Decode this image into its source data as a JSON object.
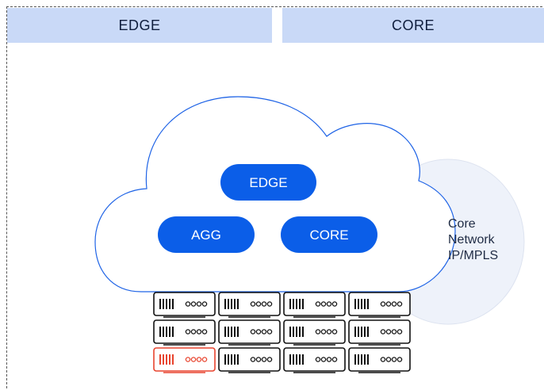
{
  "header": {
    "left_label": "EDGE",
    "right_label": "CORE"
  },
  "cloud": {
    "nodes": {
      "edge": "EDGE",
      "agg": "AGG",
      "core": "CORE"
    }
  },
  "core_network": {
    "lines": [
      "Core",
      "Network",
      "IP/MPLS"
    ]
  },
  "servers": {
    "rows": 3,
    "columns": 4,
    "highlighted": {
      "row": 3,
      "column": 1
    },
    "highlight_color": "#e8442e"
  },
  "colors": {
    "accent": "#0b5ee8",
    "header_bg": "#c9d9f7",
    "bubble_bg": "#eef2fa"
  }
}
